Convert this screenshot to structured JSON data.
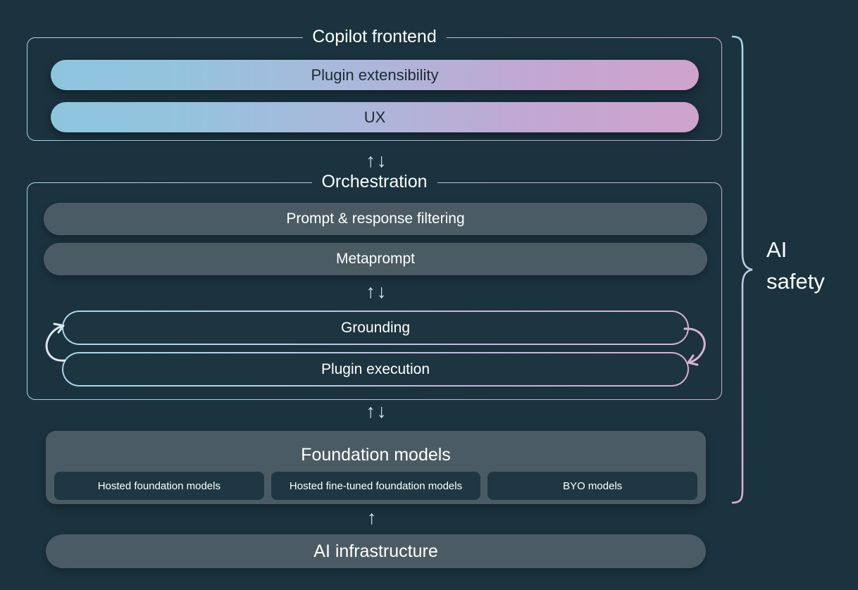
{
  "diagram": {
    "background_color": "#1a333e",
    "accent_blue": "#92c6de",
    "accent_pink": "#cfa3cd",
    "grey_pill_color": "#4b5b64",
    "sections": {
      "frontend": {
        "title": "Copilot frontend",
        "items": [
          {
            "label": "Plugin extensibility"
          },
          {
            "label": "UX"
          }
        ]
      },
      "orchestration": {
        "title": "Orchestration",
        "grey_items": [
          {
            "label": "Prompt & response filtering"
          },
          {
            "label": "Metaprompt"
          }
        ],
        "outlined_items": [
          {
            "label": "Grounding"
          },
          {
            "label": "Plugin execution"
          }
        ]
      },
      "foundation": {
        "title": "Foundation models",
        "items": [
          {
            "label": "Hosted foundation models"
          },
          {
            "label": "Hosted fine-tuned foundation models"
          },
          {
            "label": "BYO models"
          }
        ]
      },
      "infrastructure": {
        "label": "AI infrastructure"
      }
    },
    "connectors": {
      "up_glyph": "↑",
      "down_glyph": "↓",
      "frontend_to_orchestration": "↑↓",
      "metaprompt_to_grounding": "↑↓",
      "orchestration_to_foundation": "↑↓",
      "foundation_to_infrastructure": "↑"
    },
    "annotation": {
      "label_line1": "AI",
      "label_line2": "safety"
    }
  }
}
